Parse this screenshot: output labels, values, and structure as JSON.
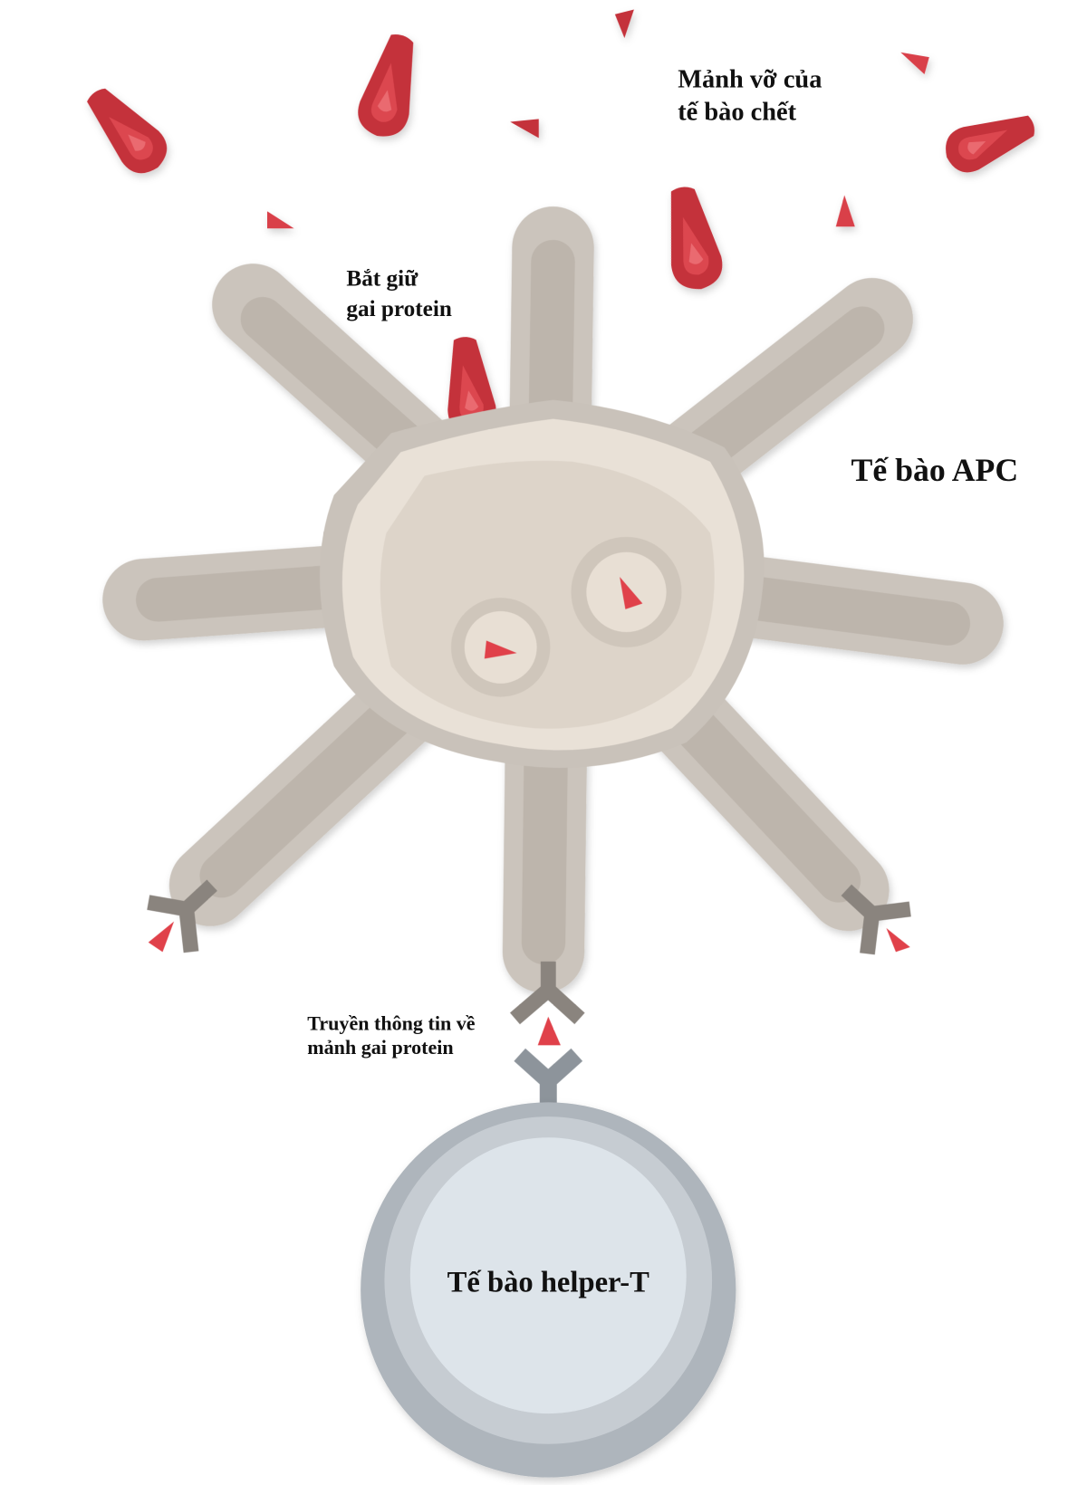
{
  "labels": {
    "debris_line1": "Mảnh vỡ của",
    "debris_line2": "tế bào chết",
    "capture_line1": "Bắt giữ",
    "capture_line2": "gai protein",
    "apc": "Tế bào APC",
    "transfer_line1": "Truyền thông tin về",
    "transfer_line2": "mảnh gai protein",
    "helper_t": "Tế bào helper-T"
  },
  "colors": {
    "fragment": "#c4313a",
    "fragment_inner": "#dc4750",
    "spike": "#e0414a",
    "apc_outer": "#cbc4bc",
    "apc_arm": "#bdb5ac",
    "apc_body": "#e9e1d7",
    "apc_nucleus": "#ddd4c9",
    "receptor": "#8a847e",
    "tcell_outer": "#aeb5bc",
    "tcell_mid": "#c6ccd2",
    "tcell_inner": "#dde4ea"
  }
}
